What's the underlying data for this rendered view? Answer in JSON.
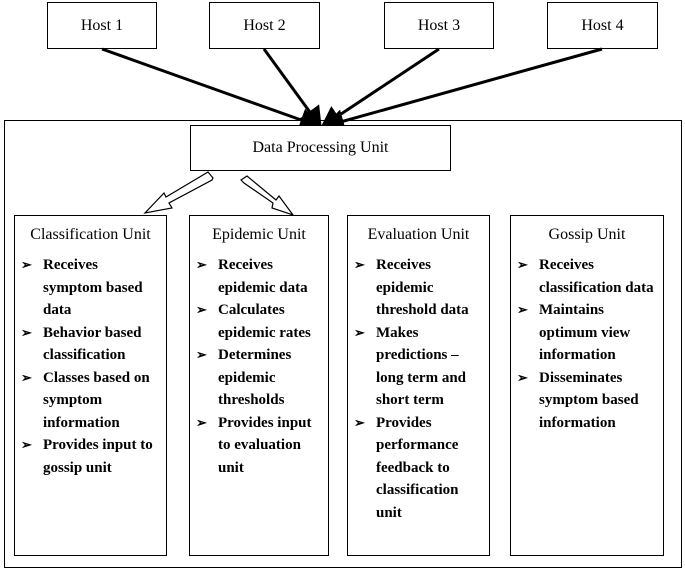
{
  "hosts": [
    "Host 1",
    "Host 2",
    "Host 3",
    "Host 4"
  ],
  "processing_unit": "Data Processing Unit",
  "units": [
    {
      "title": "Classification Unit",
      "items": [
        "Receives symptom based data",
        "Behavior based classification",
        "Classes based on symptom information",
        "Provides input to gossip unit"
      ]
    },
    {
      "title": "Epidemic Unit",
      "items": [
        "Receives epidemic data",
        "Calculates epidemic rates",
        "Determines epidemic thresholds",
        "Provides input to evaluation unit"
      ]
    },
    {
      "title": "Evaluation Unit",
      "items": [
        "Receives epidemic threshold data",
        "Makes predictions – long term and short term",
        "Provides performance feedback to classification unit"
      ]
    },
    {
      "title": "Gossip Unit",
      "items": [
        "Receives classification data",
        "Maintains optimum view information",
        "Disseminates symptom based information"
      ]
    }
  ],
  "bullet_icon": "arrow-bullet-icon"
}
